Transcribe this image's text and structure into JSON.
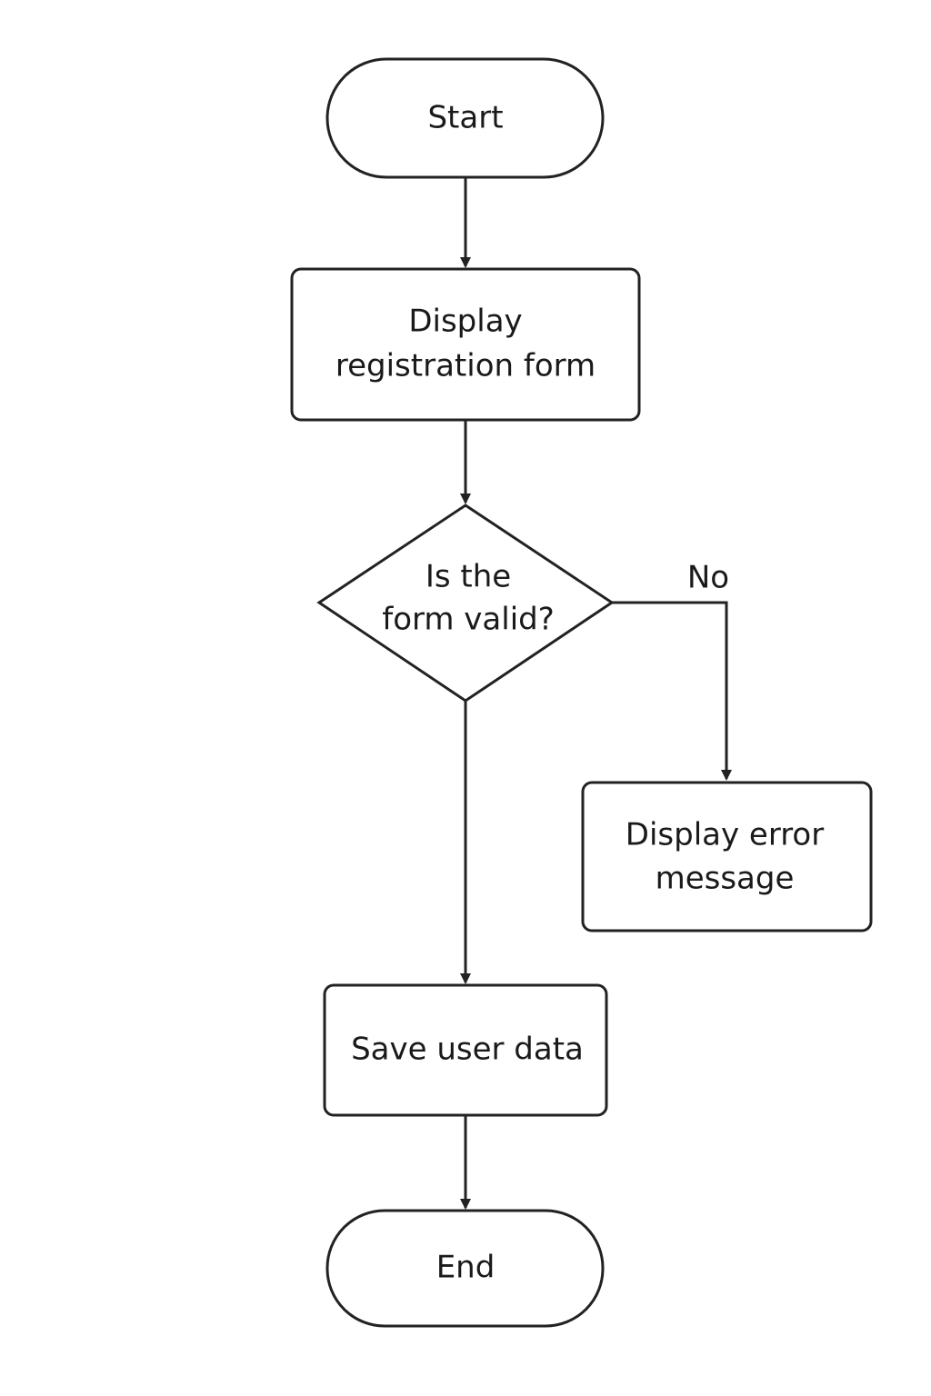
{
  "flowchart": {
    "start": "Start",
    "display_form": {
      "line1": "Display",
      "line2": "registration form"
    },
    "decision": {
      "line1": "Is the",
      "line2": "form valid?"
    },
    "no_label": "No",
    "error": {
      "line1": "Display error",
      "line2": "message"
    },
    "save": "Save user data",
    "end": "End"
  },
  "colors": {
    "stroke": "#222222",
    "text": "#1a1a1a",
    "fill": "#ffffff"
  }
}
